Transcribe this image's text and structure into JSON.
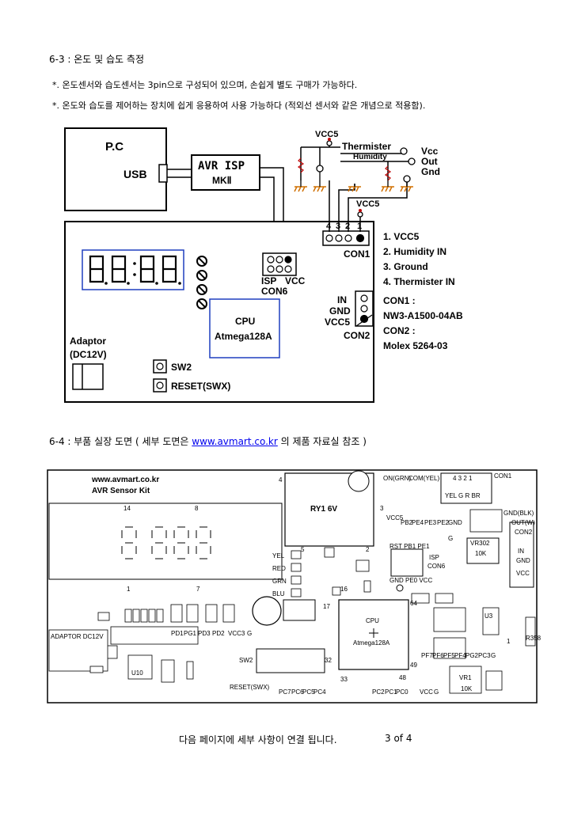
{
  "section_63": {
    "title": "6-3 : 온도 및 습도 측정",
    "bullet1": "*. 온도센서와 습도센서는 3pin으로 구성되어 있으며, 손쉽게 별도 구매가 가능하다.",
    "bullet2": "*. 온도와 습도를 제어하는 장치에 쉽게 응용하여 사용 가능하다 (적외선 센서와 같은 개념으로 적용함)."
  },
  "diagram": {
    "pc": "P.C",
    "usb": "USB",
    "isp": "AVR ISP",
    "mk": "MKⅡ",
    "vcc5_top": "VCC5",
    "thermister": "Thermister",
    "humidity": "Humidity",
    "vcc": "Vcc",
    "out": "Out",
    "gnd": "Gnd",
    "vcc5_mid": "VCC5",
    "pins": [
      "4",
      "3",
      "2",
      "1"
    ],
    "con1": "CON1",
    "pinlist": [
      "1. VCC5",
      "2. Humidity IN",
      "3. Ground",
      "4. Thermister IN"
    ],
    "isp_lbl": "ISP",
    "vcc_lbl": "VCC",
    "con6": "CON6",
    "cpu": "CPU",
    "cpu_chip": "Atmega128A",
    "in": "IN",
    "gnd2": "GND",
    "vcc5b": "VCC5",
    "con2": "CON2",
    "con_info": [
      "CON1 :",
      "NW3-A1500-04AB",
      "CON2 :",
      "Molex 5264-03"
    ],
    "adaptor": "Adaptor",
    "dc": "(DC12V)",
    "sw2": "SW2",
    "reset": "RESET(SWX)"
  },
  "section_64": {
    "prefix": "6-4 : 부품 실장 도면 ( 세부 도면은 ",
    "link": "www.avmart.co.kr",
    "suffix": " 의 제품 자료실 참조 )"
  },
  "pcb": {
    "site": "www.avmart.co.kr",
    "kit": "AVR Sensor Kit",
    "n14": "14",
    "n8": "8",
    "n1": "1",
    "n7": "7",
    "n4": "4",
    "n3": "3",
    "n5": "5",
    "n2": "2",
    "ry1": "RY1 6V",
    "on_grn": "ON(GRN)",
    "com_yel": "COM(YEL)",
    "con1_pins": "4 3 2 1",
    "con1": "CON1",
    "ygrbr": "YEL G R BR",
    "gnd_blk": "GND(BLK)",
    "out_w": "OUT(W)",
    "con2": "CON2",
    "in": "IN",
    "gnd": "GND",
    "vcc": "VCC",
    "vr302": "VR302",
    "k10a": "10K",
    "pb_labels": [
      "VCC5",
      "PB2",
      "PE4",
      "PE3",
      "PE2",
      "GND"
    ],
    "g": "G",
    "isp_row": "RST PB1 PE1",
    "isp": "ISP",
    "con6": "CON6",
    "gnd_row": "GND PE0 VCC",
    "leds": [
      "YEL",
      "RED",
      "GRN",
      "BLU"
    ],
    "n16": "16",
    "n17": "17",
    "n64": "64",
    "cpu": "CPU",
    "cpu_chip": "Atmega128A",
    "u3": "U3",
    "r358": "R358",
    "pd_labels": [
      "PD1",
      "PG1",
      "PD3",
      "PD2",
      "VCC3",
      "G"
    ],
    "adaptor": "ADAPTOR DC12V",
    "sw2": "SW2",
    "n32": "32",
    "n49": "49",
    "pf_labels": [
      "PF7",
      "PF6",
      "PF5",
      "PF4",
      "PG2",
      "PC3",
      "G"
    ],
    "u10": "U10",
    "reset": "RESET(SWX)",
    "n33": "33",
    "n48": "48",
    "vr1": "VR1",
    "k10b": "10K",
    "pc_left": [
      "PC7",
      "PC6",
      "PC5",
      "PC4"
    ],
    "pc_right": [
      "PC2",
      "PC1",
      "PC0"
    ],
    "vcc_b": "VCC",
    "g_b": "G",
    "n1b": "1"
  },
  "footer": {
    "text": "다음 페이지에 세부 사항이 연결 됩니다.",
    "page": "3 of 4"
  }
}
